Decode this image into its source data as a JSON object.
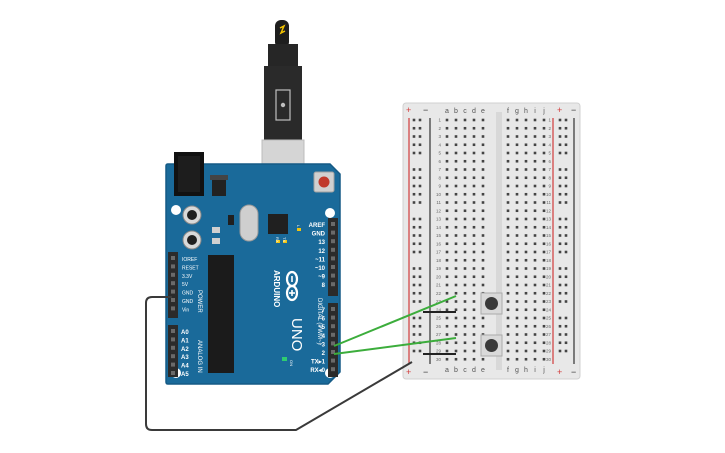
{
  "arduino": {
    "brand": "ARDUINO",
    "model": "UNO",
    "on_label": "ON",
    "tx_label": "TX",
    "rx_label": "RX",
    "l_label": "L",
    "power_header_title": "POWER",
    "analog_header_title": "ANALOG IN",
    "digital_header_title": "DIGITAL (PWM~)",
    "power_pins": [
      "IOREF",
      "RESET",
      "3.3V",
      "5V",
      "GND",
      "GND",
      "Vin"
    ],
    "analog_pins": [
      "A0",
      "A1",
      "A2",
      "A3",
      "A4",
      "A5"
    ],
    "digital_top_pins": [
      "AREF",
      "GND",
      "13",
      "12",
      "~11",
      "~10",
      "~9",
      "8"
    ],
    "digital_bottom_pins": [
      "7",
      "~6",
      "~5",
      "4",
      "~3",
      "2",
      "TX▸1",
      "RX◂0"
    ]
  },
  "breadboard": {
    "left_columns": [
      "a",
      "b",
      "c",
      "d",
      "e"
    ],
    "right_columns": [
      "f",
      "g",
      "h",
      "i",
      "j"
    ],
    "rail_plus": "+",
    "rail_minus": "−",
    "row_count": 30
  },
  "colors": {
    "board": "#1a6a9a",
    "board_edge": "#155a85",
    "header": "#2b2b2b",
    "breadboard": "#e8e8e8",
    "rail_red": "#d23b3b",
    "rail_black": "#333333",
    "wire_green": "#3cad3c",
    "wire_dark": "#3a3a3a",
    "button": "#4a4a4a"
  }
}
